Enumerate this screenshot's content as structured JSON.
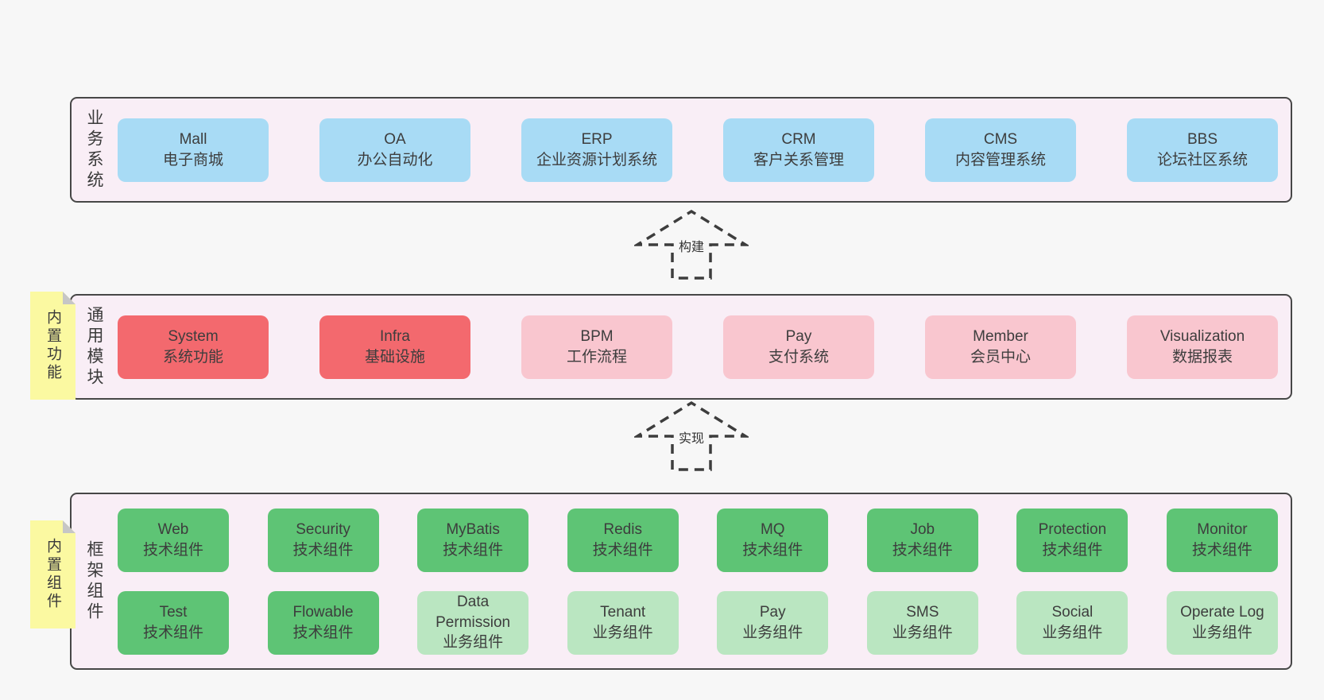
{
  "colors": {
    "page_background": "#f7f7f7",
    "band_background": "#f9eef6",
    "band_border": "#474747",
    "blue_box": "#a8dbf5",
    "red_box": "#f3696e",
    "pink_box": "#f9c6cf",
    "green_box": "#5ec475",
    "light_green_box": "#bae6c1",
    "sticky_note": "#fbf9a1",
    "sticky_fold": "#c6c6c6",
    "text": "#3d3d3d"
  },
  "arrows": [
    {
      "label": "构建"
    },
    {
      "label": "实现"
    }
  ],
  "bands": [
    {
      "label": "业务系统",
      "boxes": [
        {
          "en": "Mall",
          "zh": "电子商城",
          "color": "blue"
        },
        {
          "en": "OA",
          "zh": "办公自动化",
          "color": "blue"
        },
        {
          "en": "ERP",
          "zh": "企业资源计划系统",
          "color": "blue"
        },
        {
          "en": "CRM",
          "zh": "客户关系管理",
          "color": "blue"
        },
        {
          "en": "CMS",
          "zh": "内容管理系统",
          "color": "blue"
        },
        {
          "en": "BBS",
          "zh": "论坛社区系统",
          "color": "blue"
        }
      ]
    },
    {
      "label": "通用模块",
      "sticky": "内置功能",
      "boxes": [
        {
          "en": "System",
          "zh": "系统功能",
          "color": "red"
        },
        {
          "en": "Infra",
          "zh": "基础设施",
          "color": "red"
        },
        {
          "en": "BPM",
          "zh": "工作流程",
          "color": "pink"
        },
        {
          "en": "Pay",
          "zh": "支付系统",
          "color": "pink"
        },
        {
          "en": "Member",
          "zh": "会员中心",
          "color": "pink"
        },
        {
          "en": "Visualization",
          "zh": "数据报表",
          "color": "pink"
        }
      ]
    },
    {
      "label": "框架组件",
      "sticky": "内置组件",
      "rows": [
        [
          {
            "en": "Web",
            "zh": "技术组件",
            "color": "green"
          },
          {
            "en": "Security",
            "zh": "技术组件",
            "color": "green"
          },
          {
            "en": "MyBatis",
            "zh": "技术组件",
            "color": "green"
          },
          {
            "en": "Redis",
            "zh": "技术组件",
            "color": "green"
          },
          {
            "en": "MQ",
            "zh": "技术组件",
            "color": "green"
          },
          {
            "en": "Job",
            "zh": "技术组件",
            "color": "green"
          },
          {
            "en": "Protection",
            "zh": "技术组件",
            "color": "green"
          },
          {
            "en": "Monitor",
            "zh": "技术组件",
            "color": "green"
          }
        ],
        [
          {
            "en": "Test",
            "zh": "技术组件",
            "color": "green"
          },
          {
            "en": "Flowable",
            "zh": "技术组件",
            "color": "green"
          },
          {
            "en": "Data Permission",
            "zh": "业务组件",
            "color": "lightgreen"
          },
          {
            "en": "Tenant",
            "zh": "业务组件",
            "color": "lightgreen"
          },
          {
            "en": "Pay",
            "zh": "业务组件",
            "color": "lightgreen"
          },
          {
            "en": "SMS",
            "zh": "业务组件",
            "color": "lightgreen"
          },
          {
            "en": "Social",
            "zh": "业务组件",
            "color": "lightgreen"
          },
          {
            "en": "Operate Log",
            "zh": "业务组件",
            "color": "lightgreen"
          }
        ]
      ]
    }
  ]
}
